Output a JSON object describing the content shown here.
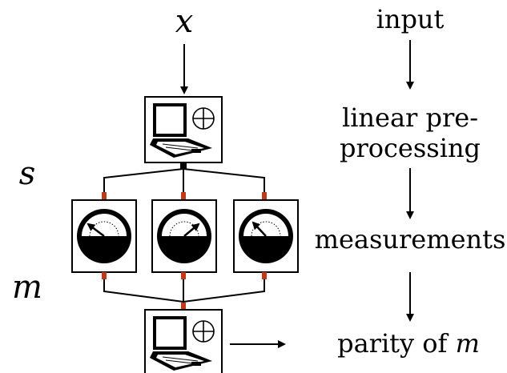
{
  "symbols": {
    "x": "x",
    "s": "s",
    "m": "m"
  },
  "steps": {
    "input": "input",
    "linear_line1": "linear pre-",
    "linear_line2": "processing",
    "measurements": "measurements",
    "parity_text": "parity of ",
    "parity_var": "m"
  },
  "icons": {
    "top_computer": "laptop-icon",
    "top_operation": "circled-plus-icon",
    "meters": [
      "meter-icon",
      "meter-icon",
      "meter-icon"
    ],
    "bottom_computer": "laptop-icon",
    "bottom_operation": "circled-plus-icon"
  },
  "colors": {
    "line": "#000000",
    "connector": "#c0391b",
    "screen": "#000000",
    "meter_face": "#ffffff"
  }
}
